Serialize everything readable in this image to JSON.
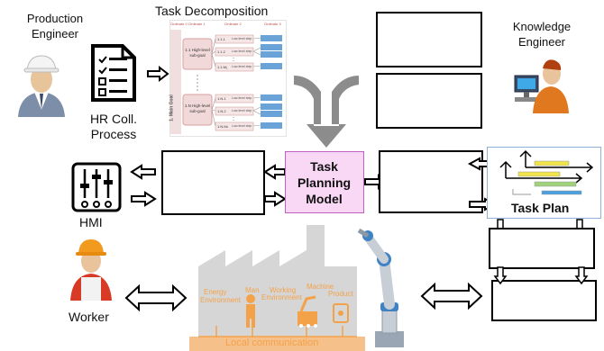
{
  "actors": {
    "production_engineer": "Production\nEngineer",
    "knowledge_engineer": "Knowledge\nEngineer",
    "worker": "Worker"
  },
  "labels": {
    "task_decomposition": "Task Decomposition",
    "hr_process": "HR Coll.\nProcess",
    "hmi": "HMI",
    "task_planning_model": "Task\nPlanning\nModel",
    "task_plan": "Task Plan"
  },
  "decomposition": {
    "ordinates": [
      "Ordinate 0",
      "Ordinate 1",
      "Ordinate 2",
      "Ordinate 3"
    ],
    "main_goal": "1. Main Goal",
    "subgoals": [
      "1.1 High-level sub-goal",
      "1.N High-level sub-goal"
    ],
    "rows_top": [
      "1.1.1",
      "1.1.2",
      "1.1.M₁"
    ],
    "rows_bottom": [
      "1.N.1",
      "1.N.2",
      "1.N.Mₙ"
    ],
    "step_label": "Low-level step"
  },
  "factory": {
    "labels": [
      "Energy",
      "Environment",
      "Man",
      "Working",
      "Environment",
      "Machine",
      "Product"
    ],
    "footer": "Local communication"
  },
  "colors": {
    "model_fill": "#f9d8f6",
    "model_border": "#c060c0",
    "factory_gray": "#d6d6d6",
    "factory_orange": "#f3a24a",
    "gantt_yellow": "#f1e34a",
    "gantt_green": "#9fd27a",
    "gantt_blue": "#4aa0e0",
    "arrow_gray": "#8c8c8c"
  }
}
